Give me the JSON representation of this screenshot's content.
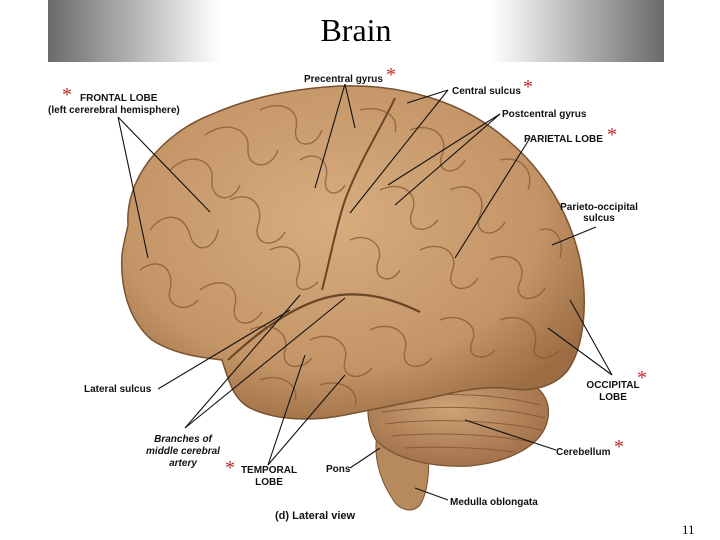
{
  "slide": {
    "title": "Brain",
    "page_number": "11"
  },
  "figure": {
    "caption": "(d) Lateral view",
    "marker": "*",
    "labels": {
      "frontal_lobe": "FRONTAL LOBE",
      "frontal_lobe_sub": "(left cererebral hemisphere)",
      "precentral_gyrus": "Precentral gyrus",
      "central_sulcus": "Central sulcus",
      "postcentral_gyrus": "Postcentral gyrus",
      "parietal_lobe": "PARIETAL LOBE",
      "parieto_occipital_1": "Parieto-occipital",
      "parieto_occipital_2": "sulcus",
      "lateral_sulcus": "Lateral sulcus",
      "occipital_lobe_1": "OCCIPITAL",
      "occipital_lobe_2": "LOBE",
      "branches_1": "Branches of",
      "branches_2": "middle cerebral",
      "branches_3": "artery",
      "temporal_lobe_1": "TEMPORAL",
      "temporal_lobe_2": "LOBE",
      "pons": "Pons",
      "cerebellum": "Cerebellum",
      "medulla": "Medulla oblongata"
    }
  },
  "colors": {
    "brain": "#c79a6b",
    "brain_dark": "#8a5f3a",
    "marker": "#c0282d",
    "leader_line": "#111111"
  }
}
